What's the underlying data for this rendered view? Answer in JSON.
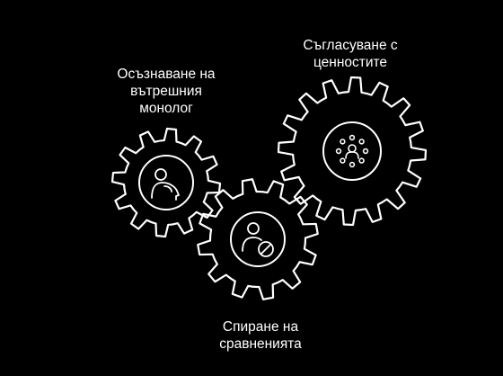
{
  "diagram": {
    "colors": {
      "background": "#000000",
      "stroke": "#ffffff",
      "text": "#ffffff"
    },
    "gears": [
      {
        "id": "left",
        "label": "Осъзнаване на\nвътрешния\nмонолог",
        "icon": "person-head-icon"
      },
      {
        "id": "bottom",
        "label": "Спиране на\nсравненията",
        "icon": "person-block-icon"
      },
      {
        "id": "right",
        "label": "Съгласуване с\nценностите",
        "icon": "group-circle-icon"
      }
    ]
  }
}
